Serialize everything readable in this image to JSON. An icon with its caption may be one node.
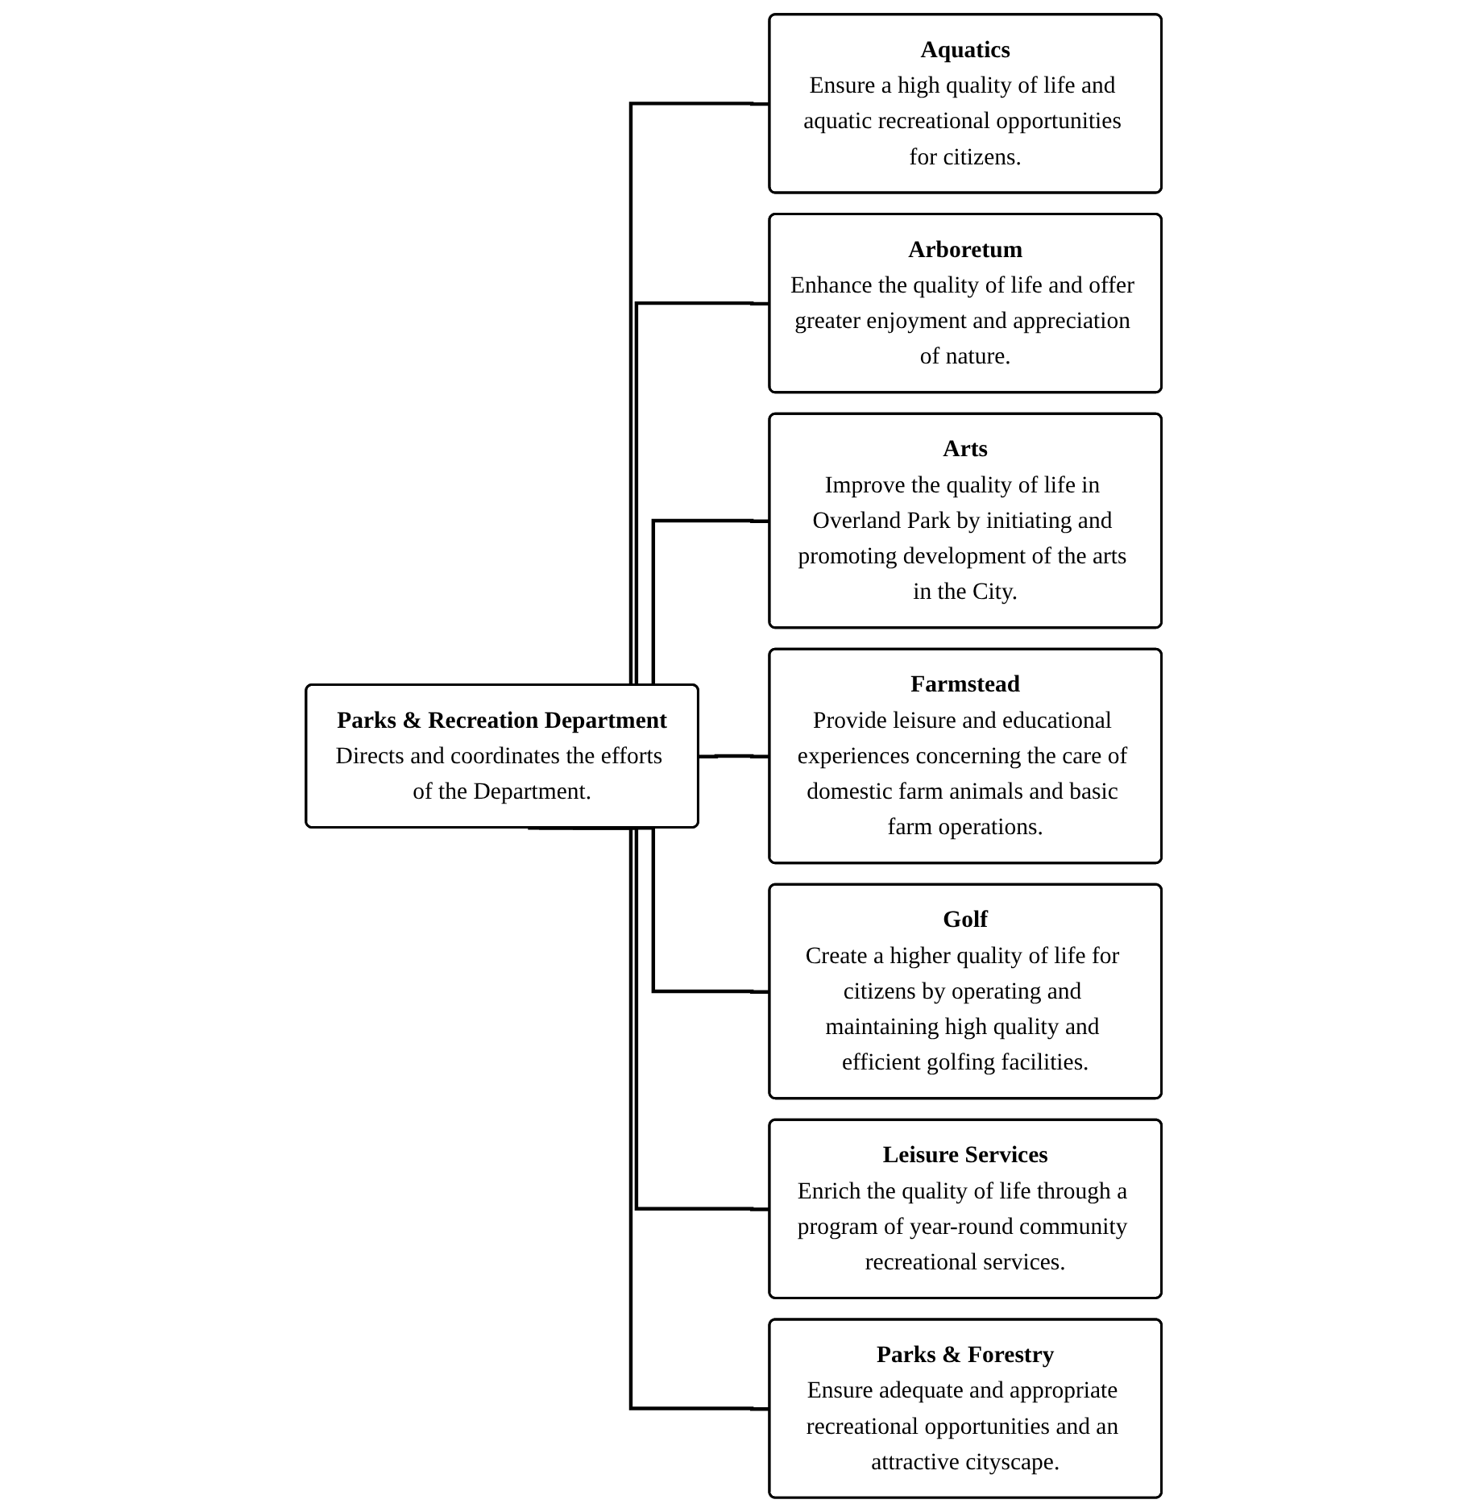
{
  "diagram": {
    "nodes": [
      {
        "text": [
          "Parks & Recreation Department",
          "Directs and coordinates the efforts of the Department."
        ]
      },
      {
        "text": [
          "Aquatics",
          "Ensure a high quality of life and aquatic recreational opportunities for citizens."
        ]
      },
      {
        "text": [
          "Arboretum",
          "Enhance the quality of life and offer greater enjoyment and appreciation of nature."
        ]
      },
      {
        "text": [
          "Arts",
          "Improve the quality of life in Overland Park by initiating and promoting development of the arts in the City."
        ]
      },
      {
        "text": [
          "Farmstead",
          "Provide leisure and educational experiences concerning the care of domestic farm animals and basic farm operations."
        ]
      },
      {
        "text": [
          "Golf",
          "Create a higher quality of life for citizens by operating and maintaining high quality and efficient golfing facilities."
        ]
      },
      {
        "text": [
          "Leisure Services",
          "Enrich the quality of life through a program of year-round community recreational services."
        ]
      },
      {
        "text": [
          "Parks & Forestry",
          "Ensure adequate and appropriate recreational opportunities and an attractive cityscape."
        ]
      }
    ],
    "edges": [
      {
        "from": 0,
        "to": 1,
        "arrow": "none"
      },
      {
        "from": 0,
        "to": 2,
        "arrow": "none"
      },
      {
        "from": 0,
        "to": 3,
        "arrow": "none"
      },
      {
        "from": 0,
        "to": 4,
        "arrow": "none"
      },
      {
        "from": 0,
        "to": 5,
        "arrow": "none"
      },
      {
        "from": 0,
        "to": 6,
        "arrow": "none"
      },
      {
        "from": 0,
        "to": 7,
        "arrow": "none"
      }
    ]
  }
}
